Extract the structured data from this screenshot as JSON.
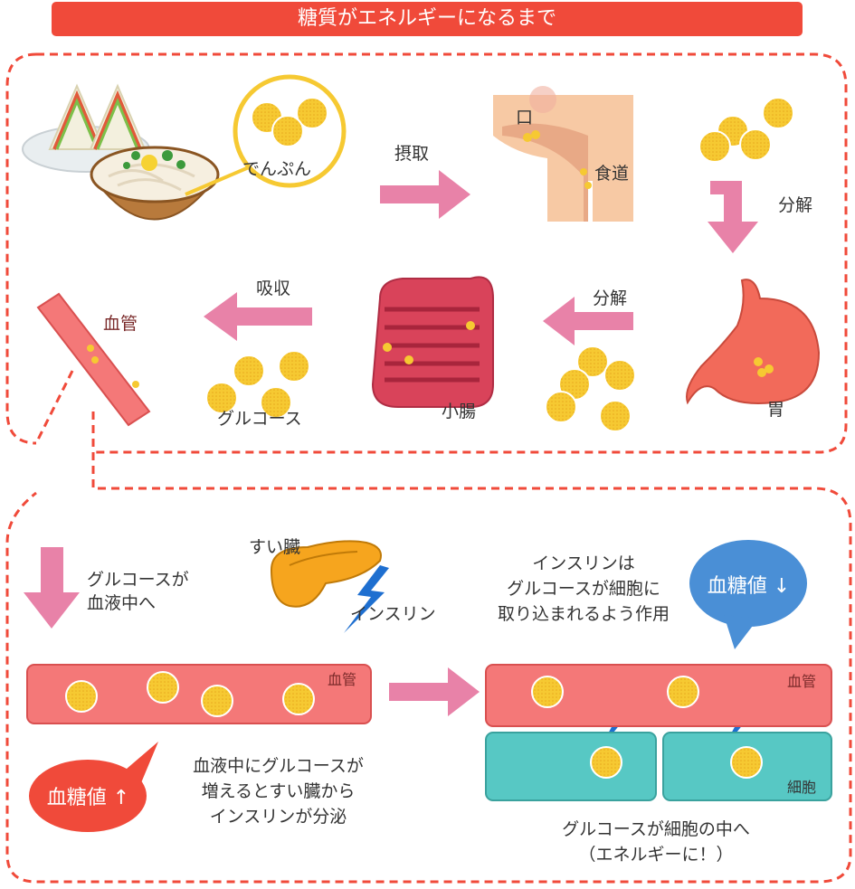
{
  "title": "糖質がエネルギーになるまで",
  "labels": {
    "starch": "でんぷん",
    "intake": "摂取",
    "mouth": "口",
    "esophagus": "食道",
    "decompose1": "分解",
    "stomach": "胃",
    "decompose2": "分解",
    "small_intestine": "小腸",
    "absorb": "吸収",
    "glucose": "グルコース",
    "vessel_top": "血管",
    "glucose_to_blood_1": "グルコースが",
    "glucose_to_blood_2": "血液中へ",
    "pancreas": "すい臓",
    "insulin": "インスリン",
    "vessel_left": "血管",
    "sugar_up": "血糖値 ↑",
    "secretion_1": "血液中にグルコースが",
    "secretion_2": "増えるとすい臓から",
    "secretion_3": "インスリンが分泌",
    "insulin_action_1": "インスリンは",
    "insulin_action_2": "グルコースが細胞に",
    "insulin_action_3": "取り込まれるよう作用",
    "sugar_down": "血糖値 ↓",
    "vessel_right": "血管",
    "cell": "細胞",
    "result_1": "グルコースが細胞の中へ",
    "result_2": "（エネルギーに！）"
  },
  "colors": {
    "title_bg": "#f04a3a",
    "dashed": "#f04a3a",
    "arrow_pink": "#e882a8",
    "glucose": "#f6c932",
    "vessel": "#f47878",
    "cell": "#57c8c4",
    "bubble_red": "#f04a3a",
    "bubble_blue": "#4a8fd6",
    "lightning": "#1e6fd0"
  }
}
